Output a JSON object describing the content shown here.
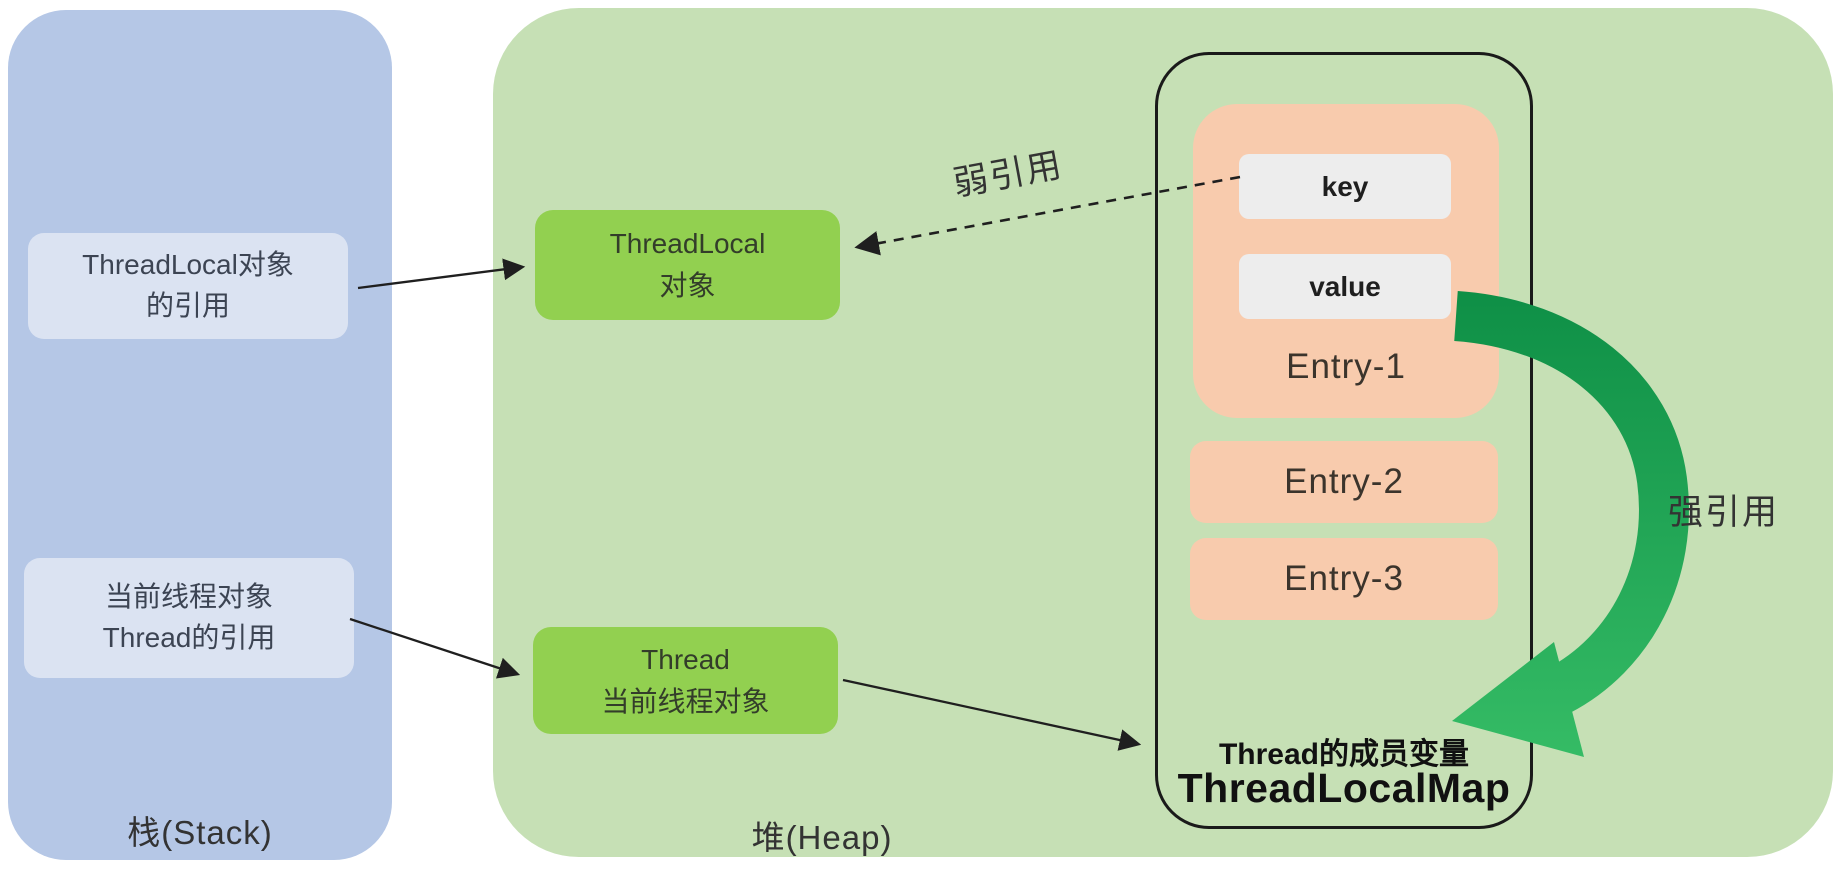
{
  "diagram": {
    "stack": {
      "label": "栈(Stack)",
      "ref1": {
        "line1": "ThreadLocal对象",
        "line2": "的引用"
      },
      "ref2": {
        "line1": "当前线程对象",
        "line2": "Thread的引用"
      }
    },
    "heap": {
      "label": "堆(Heap)",
      "threadlocal": {
        "line1": "ThreadLocal",
        "line2": "对象"
      },
      "thread": {
        "line1": "Thread",
        "line2": "当前线程对象"
      },
      "map": {
        "subtitle": "Thread的成员变量",
        "title": "ThreadLocalMap",
        "entry1": {
          "key": "key",
          "value": "value",
          "label": "Entry-1"
        },
        "entry2": "Entry-2",
        "entry3": "Entry-3"
      }
    },
    "labels": {
      "weak": "弱引用",
      "strong": "强引用"
    }
  },
  "colors": {
    "page_bg": "#ffffff",
    "stack_panel": "#b5c7e6",
    "stack_box": "#dbe3f2",
    "stack_text": "#3c4453",
    "heap_panel": "#c6e0b5",
    "green_box": "#92d050",
    "green_box_text": "#333d2a",
    "entry_box": "#f8cbad",
    "entry_text": "#3b342c",
    "kv_box": "#ededed",
    "kv_text": "#1f1f1f",
    "map_border": "#1a1a1a",
    "map_text": "#111111",
    "line_color": "#1f1f1f",
    "strong_dark": "#0e8f46",
    "strong_light": "#36bd66",
    "label_text": "#333333"
  }
}
